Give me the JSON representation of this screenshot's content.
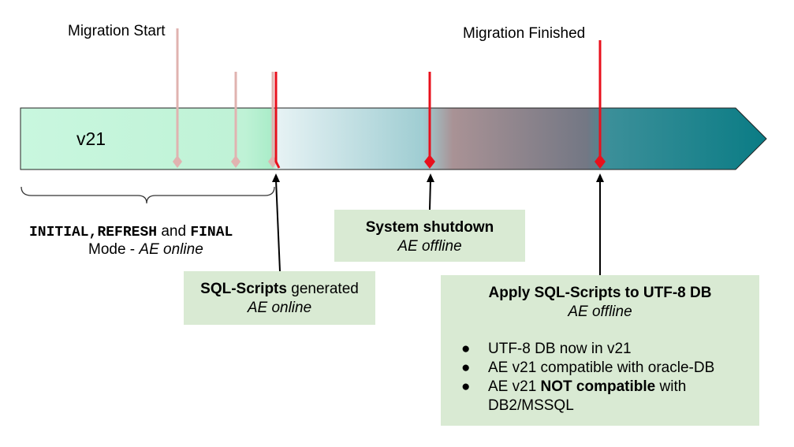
{
  "timeline": {
    "version_label": "v21",
    "migration_start": "Migration Start",
    "migration_finished": "Migration Finished"
  },
  "modes": {
    "initial": "INITIAL",
    "comma": ",",
    "refresh": "REFRESH",
    "and": " and ",
    "final": "FINAL",
    "mode_word": "Mode - ",
    "ae_online": "AE online"
  },
  "sql_box": {
    "title_bold": "SQL-Scripts",
    "title_rest": " generated",
    "status": "AE online"
  },
  "shutdown_box": {
    "title": "System shutdown",
    "status": "AE offline"
  },
  "apply_box": {
    "title": "Apply SQL-Scripts to UTF-8 DB",
    "status": "AE offline",
    "bullet_glyph": "●",
    "bullets": {
      "b1": "UTF-8 DB now in v21",
      "b2": "AE v21 compatible with oracle-DB",
      "b3_pre": "AE v21 ",
      "b3_bold": "NOT compatible",
      "b3_post": " with",
      "b3_line2": "DB2/MSSQL"
    }
  },
  "colors": {
    "arrow_start": "#c9f7df",
    "arrow_mid_light": "#e8f4f6",
    "arrow_teal": "#9fcdd2",
    "arrow_mauve": "#a99295",
    "arrow_grey": "#737784",
    "arrow_end": "#0a7c85",
    "marker_faded": "#e0b3b0",
    "marker_red": "#e8101c",
    "box_fill": "#d9ead3"
  }
}
